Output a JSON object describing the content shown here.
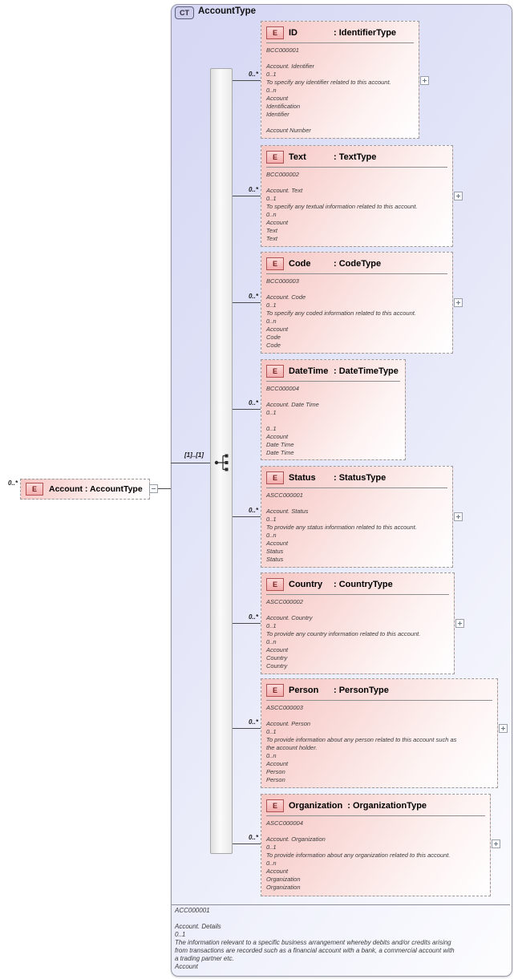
{
  "header": {
    "badge": "CT",
    "title": "AccountType"
  },
  "root": {
    "multiplicity": "0..*",
    "badge": "E",
    "label": "Account : AccountType",
    "group_cardinality": "[1]..[1]"
  },
  "elements": [
    {
      "badge": "E",
      "name": "ID",
      "type": ": IdentifierType",
      "multiplicity": "0..*",
      "lines": [
        "BCC000001",
        "",
        "Account. Identifier",
        "0..1",
        "To specify any identifier related to this account.",
        "0..n",
        "Account",
        "Identification",
        "Identifier",
        "",
        "Account Number"
      ]
    },
    {
      "badge": "E",
      "name": "Text",
      "type": ": TextType",
      "multiplicity": "0..*",
      "lines": [
        "BCC000002",
        "",
        "Account. Text",
        "0..1",
        "To specify any textual information related to this account.",
        "0..n",
        "Account",
        "Text",
        "Text"
      ]
    },
    {
      "badge": "E",
      "name": "Code",
      "type": ": CodeType",
      "multiplicity": "0..*",
      "lines": [
        "BCC000003",
        "",
        "Account. Code",
        "0..1",
        "To specify any coded information related to this account.",
        "0..n",
        "Account",
        "Code",
        "Code"
      ]
    },
    {
      "badge": "E",
      "name": "DateTime",
      "type": ": DateTimeType",
      "multiplicity": "0..*",
      "lines": [
        "BCC000004",
        "",
        "Account. Date Time",
        "0..1",
        "",
        "0..1",
        "Account",
        "Date Time",
        "Date Time"
      ]
    },
    {
      "badge": "E",
      "name": "Status",
      "type": ": StatusType",
      "multiplicity": "0..*",
      "lines": [
        "ASCC000001",
        "",
        "Account. Status",
        "0..1",
        "To provide any status information related to this account.",
        "0..n",
        "Account",
        "Status",
        "Status"
      ]
    },
    {
      "badge": "E",
      "name": "Country",
      "type": ": CountryType",
      "multiplicity": "0..*",
      "lines": [
        "ASCC000002",
        "",
        "Account. Country",
        "0..1",
        "To provide any country information related to this account.",
        "0..n",
        "Account",
        "Country",
        "Country"
      ]
    },
    {
      "badge": "E",
      "name": "Person",
      "type": ": PersonType",
      "multiplicity": "0..*",
      "lines": [
        "ASCC000003",
        "",
        "Account. Person",
        "0..1",
        "To provide information about any person related to this account such as",
        "the account holder.",
        "0..n",
        "Account",
        "Person",
        "Person"
      ]
    },
    {
      "badge": "E",
      "name": "Organization",
      "type": ": OrganizationType",
      "multiplicity": "0..*",
      "lines": [
        "ASCC000004",
        "",
        "Account. Organization",
        "0..1",
        "To provide information about any organization related to this account.",
        "0..n",
        "Account",
        "Organization",
        "Organization"
      ]
    }
  ],
  "footer": {
    "lines": [
      "ACC000001",
      "",
      "Account. Details",
      "0..1",
      "The information relevant to a specific business arrangement whereby debits and/or credits arising",
      "from transactions are recorded such as a financial account with a bank, a commercial account with",
      "a trading partner etc.",
      "Account"
    ]
  },
  "colors": {
    "container_fill": "#d8daf5",
    "element_fill": "#f6c5c2",
    "element_badge": "#f2acac",
    "complextype_badge": "#ceceec",
    "connector": "#4a4a4a"
  }
}
